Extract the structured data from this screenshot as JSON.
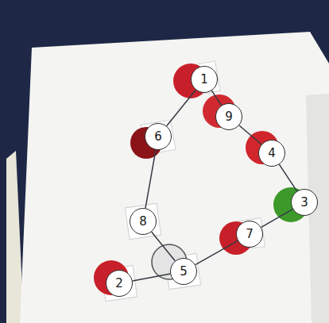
{
  "diagram": {
    "nodes": [
      {
        "text": [
          "1"
        ]
      },
      {
        "text": [
          "6"
        ]
      },
      {
        "text": [
          "9"
        ]
      },
      {
        "text": [
          "4"
        ]
      },
      {
        "text": [
          "3"
        ]
      },
      {
        "text": [
          "8"
        ]
      },
      {
        "text": [
          "7"
        ]
      },
      {
        "text": [
          "2"
        ]
      },
      {
        "text": [
          "5"
        ]
      }
    ],
    "edges": [
      {
        "from": 0,
        "to": 1,
        "arrow": "none"
      },
      {
        "from": 0,
        "to": 2,
        "arrow": "none"
      },
      {
        "from": 2,
        "to": 3,
        "arrow": "none"
      },
      {
        "from": 3,
        "to": 4,
        "arrow": "none"
      },
      {
        "from": 4,
        "to": 6,
        "arrow": "none"
      },
      {
        "from": 6,
        "to": 8,
        "arrow": "none"
      },
      {
        "from": 8,
        "to": 7,
        "arrow": "none"
      },
      {
        "from": 1,
        "to": 5,
        "arrow": "none"
      },
      {
        "from": 5,
        "to": 8,
        "arrow": "none"
      }
    ]
  }
}
